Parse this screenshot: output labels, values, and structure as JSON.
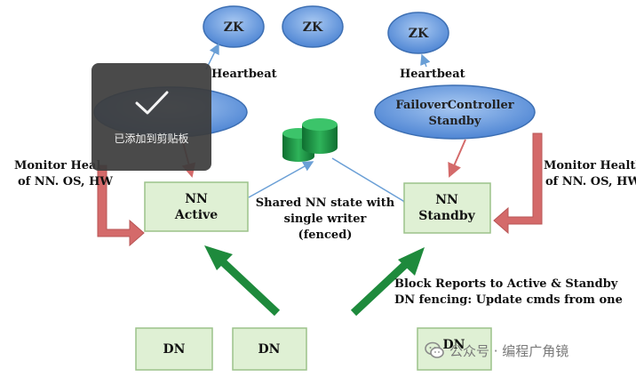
{
  "zk_nodes": [
    {
      "id": "zk1",
      "label": "ZK"
    },
    {
      "id": "zk2",
      "label": "ZK"
    },
    {
      "id": "zk3",
      "label": "ZK"
    }
  ],
  "heartbeat_labels": [
    "Heartbeat",
    "Heartbeat"
  ],
  "failover_controllers": [
    {
      "id": "fc_active",
      "line1": "",
      "line2": ""
    },
    {
      "id": "fc_standby",
      "line1": "FailoverController",
      "line2": "Standby"
    }
  ],
  "namenodes": [
    {
      "id": "nn_active",
      "line1": "NN",
      "line2": "Active"
    },
    {
      "id": "nn_standby",
      "line1": "NN",
      "line2": "Standby"
    }
  ],
  "monitor_labels": [
    {
      "id": "mon_left",
      "line1": "Monitor Heal",
      "line2": "of NN. OS, HW"
    },
    {
      "id": "mon_right",
      "line1": "Monitor Health",
      "line2": "of NN. OS, HW"
    }
  ],
  "shared_state": {
    "line1": "Shared NN state with",
    "line2": "single writer",
    "line3": "(fenced)"
  },
  "datanodes": [
    "DN",
    "DN",
    "DN"
  ],
  "block_reports": {
    "line1": "Block Reports to Active & Standby",
    "line2": "DN fencing: Update cmds from one"
  },
  "colors": {
    "ellipse_fill": "#4f86d4",
    "box_fill": "#dff0d4",
    "box_border": "#9cc28a",
    "red_arrow": "#d46a6a",
    "green_arrow": "#1e8a3c",
    "blue_line": "#6a9fd6",
    "disk": "#1f9a4a"
  },
  "toast": {
    "message": "已添加到剪贴板"
  },
  "watermark": {
    "text": "公众号 · 编程广角镜"
  }
}
